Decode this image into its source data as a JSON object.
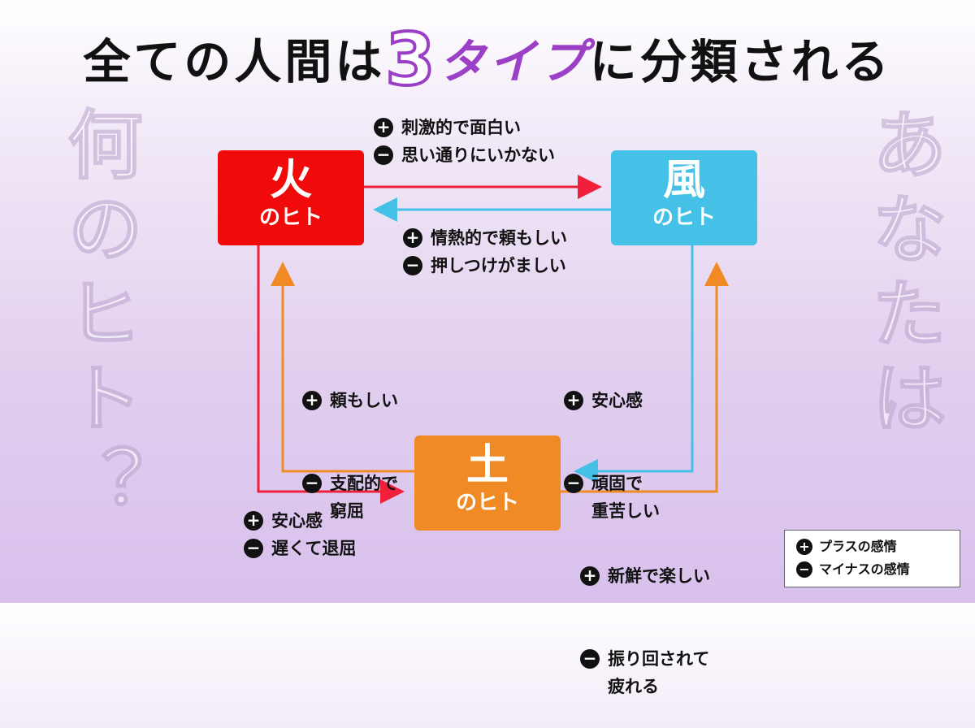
{
  "title": {
    "pre": "全ての人間は",
    "number": "3",
    "type": "タイプ",
    "post": "に分類される"
  },
  "side_left": "何のヒト？",
  "side_right": "あなたは",
  "types": {
    "fire": {
      "kanji": "火",
      "suffix": "のヒト",
      "color": "#f00a0a"
    },
    "wind": {
      "kanji": "風",
      "suffix": "のヒト",
      "color": "#45c0e6"
    },
    "earth": {
      "kanji": "土",
      "suffix": "のヒト",
      "color": "#f08a24"
    }
  },
  "relations": {
    "fire_to_wind": {
      "plus": "刺激的で面白い",
      "minus": "思い通りにいかない"
    },
    "wind_to_fire": {
      "plus": "情熱的で頼もしい",
      "minus": "押しつけがましい"
    },
    "earth_to_fire": {
      "plus": "頼もしい",
      "minus": "支配的で\n窮屈"
    },
    "earth_to_wind": {
      "plus": "安心感",
      "minus": "頑固で\n重苦しい"
    },
    "fire_to_earth": {
      "plus": "安心感",
      "minus": "遅くて退屈"
    },
    "wind_to_earth": {
      "plus": "新鮮で楽しい",
      "minus": "振り回されて\n疲れる"
    }
  },
  "icons": {
    "plus": "+",
    "minus": "−"
  },
  "legend": {
    "plus": "プラスの感情",
    "minus": "マイナスの感情"
  }
}
